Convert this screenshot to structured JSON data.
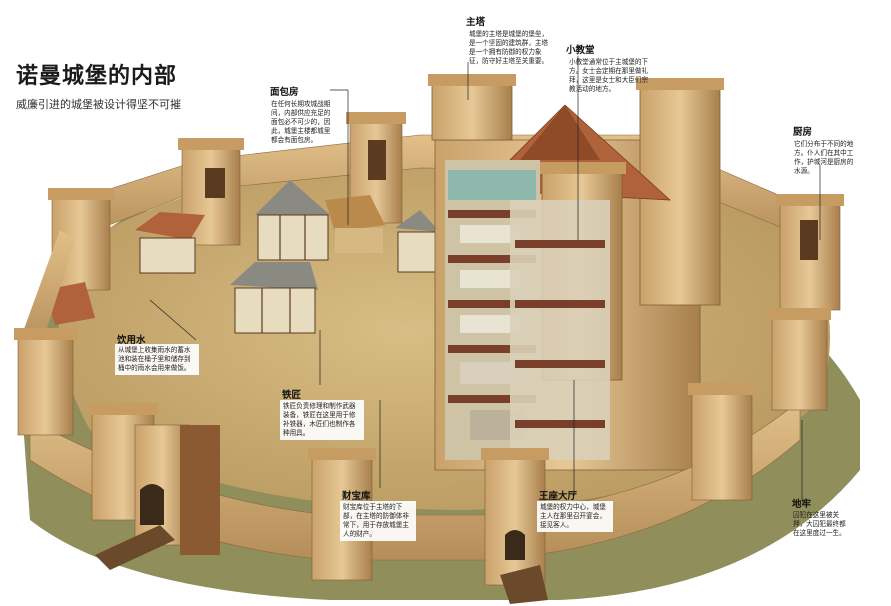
{
  "header": {
    "title": "诺曼城堡的内部",
    "subtitle": "威廉引进的城堡被设计得坚不可摧"
  },
  "labels": {
    "main_tower": {
      "title": "主塔",
      "text": "城堡的主塔是城堡的堡垒，是一个坚固的建筑群，主塔是一个拥有防御的权力象征，防守好主塔至关重要。"
    },
    "chapel": {
      "title": "小教堂",
      "text": "小教堂通常位于主城堡的下方。女士会定期在那里做礼拜，这里是女士和大臣们宗教活动的地方。"
    },
    "bakehouse": {
      "title": "面包房",
      "text": "在任何长期攻城战期间，内部供应充足的面包必不可少的，因此，城堡主楼都城里都会有面包房。"
    },
    "kitchen": {
      "title": "厨房",
      "text": "它们分布于不同的地方。仆人们在其中工作，护城河是厨房的水源。"
    },
    "water": {
      "title": "饮用水",
      "text": "从城堡上收集雨水的蓄水池和装在桶子里和储存到桶中的雨水会用来做饭。"
    },
    "smith": {
      "title": "铁匠",
      "text": "铁匠负责修理和制作武器装备，铁匠在这里用于修补铁器，木匠们也制作各种用具。"
    },
    "treasury": {
      "title": "财宝库",
      "text": "财宝库位于主塔的下部，在主塔的防御体非常下，用于存放城堡主人的财产。"
    },
    "great_hall": {
      "title": "王座大厅",
      "text": "城堡的权力中心，城堡主人在那里召开宴会，接见客人。"
    },
    "dungeon": {
      "title": "地牢",
      "text": "囚犯在这里被关押，大囚犯最终都在这里度过一生。"
    }
  },
  "colors": {
    "ground": "#c9ab6e",
    "stone": "#d2ae78",
    "stone_dark": "#a9824f",
    "roof": "#b0623a",
    "grass": "#8f8c45"
  }
}
